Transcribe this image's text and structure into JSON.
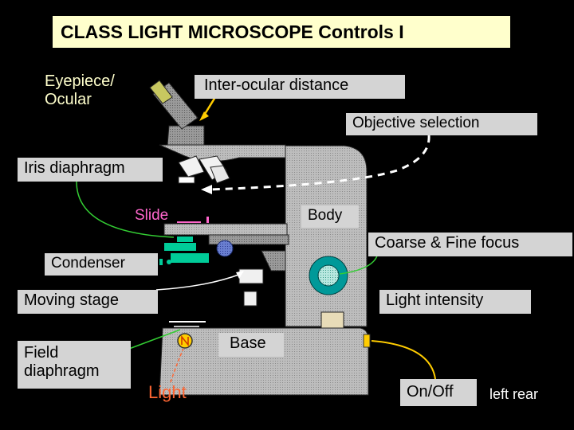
{
  "title": "CLASS LIGHT MICROSCOPE  Controls  I",
  "labels": {
    "eyepiece_line1": "Eyepiece/",
    "eyepiece_line2": "Ocular",
    "interocular": "Inter-ocular distance",
    "objective": "Objective selection",
    "iris": "Iris diaphragm",
    "slide": "Slide",
    "body": "Body",
    "coarse_fine": "Coarse & Fine focus",
    "condenser": "Condenser",
    "moving_stage": "Moving stage",
    "light_intensity": "Light intensity",
    "field_line1": "Field",
    "field_line2": "diaphragm",
    "base": "Base",
    "light": "Light",
    "on_off": "On/Off",
    "left_rear": "left rear"
  },
  "colors": {
    "background": "#000000",
    "title_bg": "#ffffcc",
    "label_box": "#d4d4d4",
    "eyepiece_text": "#ffffcc",
    "slide_text": "#ff66cc",
    "light_text": "#ff6633",
    "condenser_green": "#00cc99",
    "focus_knob": "#009999",
    "pointer_green": "#33cc33",
    "pointer_yellow": "#ffcc00"
  }
}
